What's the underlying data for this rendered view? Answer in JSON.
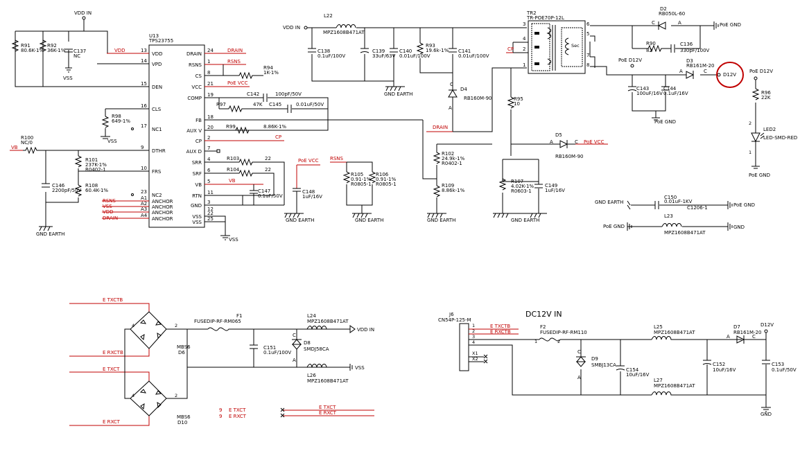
{
  "power_nets": {
    "vdd_in": "VDD IN",
    "vss": "VSS",
    "vdd": "VDD",
    "vb": "VB",
    "poe_vcc": "PoE VCC",
    "poe_d12v": "PoE D12V",
    "poe_gnd": "PoE GND",
    "gnd_earth": "GND EARTH",
    "d12v": "D12V",
    "gnd": "GND",
    "drain": "DRAIN",
    "rsns": "RSNS",
    "cp": "CP",
    "e_txctb": "E TXCTB",
    "e_rxctb": "E RXCTB",
    "e_txct": "E TXCT",
    "e_rxct": "E RXCT"
  },
  "u13": {
    "ref": "U13",
    "part": "TPS23755",
    "left_pins": [
      {
        "num": "13",
        "name": "VDD"
      },
      {
        "num": "14",
        "name": "VPD"
      },
      {
        "num": "15",
        "name": "DEN"
      },
      {
        "num": "16",
        "name": "CLS"
      },
      {
        "num": "17",
        "name": "NC1"
      },
      {
        "num": "9",
        "name": "DTHR"
      },
      {
        "num": "10",
        "name": "FRS"
      },
      {
        "num": "23",
        "name": "NC2"
      },
      {
        "num": "A1",
        "name": "ANCHOR"
      },
      {
        "num": "A2",
        "name": "ANCHOR"
      },
      {
        "num": "A3",
        "name": "ANCHOR"
      },
      {
        "num": "A4",
        "name": "ANCHOR"
      }
    ],
    "right_pins": [
      {
        "num": "24",
        "name": "DRAIN"
      },
      {
        "num": "1",
        "name": "RSNS"
      },
      {
        "num": "8",
        "name": "CS"
      },
      {
        "num": "21",
        "name": "VCC"
      },
      {
        "num": "19",
        "name": "COMP"
      },
      {
        "num": "18",
        "name": "FB"
      },
      {
        "num": "20",
        "name": "AUX V"
      },
      {
        "num": "2",
        "name": "CP"
      },
      {
        "num": "7",
        "name": "AUX D"
      },
      {
        "num": "4",
        "name": "SRR"
      },
      {
        "num": "6",
        "name": "SRF"
      },
      {
        "num": "5",
        "name": "VB"
      },
      {
        "num": "11",
        "name": "RTN"
      },
      {
        "num": "3",
        "name": "GND"
      },
      {
        "num": "12",
        "name": ""
      },
      {
        "num": "22",
        "name": "VSS"
      },
      {
        "num": "25",
        "name": "VSS"
      }
    ],
    "anchor_nets": [
      "RSNS",
      "VSS",
      "VDD",
      "DRAIN"
    ]
  },
  "components": {
    "r91": {
      "ref": "R91",
      "val": "80.6K-1%"
    },
    "r92": {
      "ref": "R92",
      "val": "36K-1%"
    },
    "c137": {
      "ref": "C137",
      "val": "NC"
    },
    "r98": {
      "ref": "R98",
      "val": "649-1%"
    },
    "r100": {
      "ref": "R100",
      "val": "NC/0"
    },
    "r101": {
      "ref": "R101",
      "val": "237K-1%",
      "pkg": "R0402-1"
    },
    "r108": {
      "ref": "R108",
      "val": "60.4K-1%"
    },
    "c146": {
      "ref": "C146",
      "val": "2200pF/50V"
    },
    "r94": {
      "ref": "R94",
      "val": "1K-1%"
    },
    "c142": {
      "ref": "C142",
      "val": "100pF/50V"
    },
    "r97": {
      "ref": "R97",
      "val": "47K"
    },
    "c145": {
      "ref": "C145",
      "val": "0.01uF/50V"
    },
    "r99": {
      "ref": "R99",
      "val": "8.86K-1%"
    },
    "r103": {
      "ref": "R103",
      "val": "22"
    },
    "r104": {
      "ref": "R104",
      "val": "22"
    },
    "c147": {
      "ref": "C147",
      "val": "0.1uF/50V"
    },
    "c148": {
      "ref": "C148",
      "val": "1uF/16V"
    },
    "r105": {
      "ref": "R105",
      "val": "0.91-1%",
      "pkg": "R0805-1"
    },
    "r106": {
      "ref": "R106",
      "val": "0.91-1%",
      "pkg": "R0805-1"
    },
    "l22": {
      "ref": "L22",
      "val": "MPZ1608B471AT"
    },
    "c138": {
      "ref": "C138",
      "val": "0.1uF/100V"
    },
    "c139": {
      "ref": "C139",
      "val": "33uF/63V"
    },
    "c140": {
      "ref": "C140",
      "val": "0.01uF/100V"
    },
    "r93": {
      "ref": "R93",
      "val": "19.6k-1%"
    },
    "c141": {
      "ref": "C141",
      "val": "0.01uF/100V"
    },
    "d4": {
      "ref": "D4",
      "val": "RB160M-90"
    },
    "r95": {
      "ref": "R95",
      "val": "10"
    },
    "d5": {
      "ref": "D5",
      "val": "RB160M-90"
    },
    "r102": {
      "ref": "R102",
      "val": "24.9k-1%",
      "pkg": "R0402-1"
    },
    "r109": {
      "ref": "R109",
      "val": "8.86k-1%"
    },
    "r107": {
      "ref": "R107",
      "val": "4.02K-1%",
      "pkg": "R0603-1"
    },
    "c149": {
      "ref": "C149",
      "val": "1uF/16V"
    },
    "tr2": {
      "ref": "TR2",
      "val": "TR-POE70P-12L",
      "sec": "Sec"
    },
    "d2": {
      "ref": "D2",
      "val": "RB050L-60"
    },
    "r90": {
      "ref": "R90",
      "val": "82"
    },
    "c136": {
      "ref": "C136",
      "val": "330pF/100V"
    },
    "d3": {
      "ref": "D3",
      "val": "RB161M-20"
    },
    "c143": {
      "ref": "C143",
      "val": "100uF/16V"
    },
    "c144": {
      "ref": "C144",
      "val": "0.1uF/16V"
    },
    "r96": {
      "ref": "R96",
      "val": "22K"
    },
    "led2": {
      "ref": "LED2",
      "val": "LED-SMD-RED"
    },
    "c150": {
      "ref": "C150",
      "val": "0.01uF-1KV",
      "pkg": "C1206-1"
    },
    "l23": {
      "ref": "L23",
      "val": "MPZ1608B471AT"
    },
    "d6": {
      "ref": "D6",
      "val": "MBS6"
    },
    "d10": {
      "ref": "D10",
      "val": "MBS6"
    },
    "f1": {
      "ref": "F1",
      "val": "FUSEDIP-RF-RM065"
    },
    "c151": {
      "ref": "C151",
      "val": "0.1uF/100V"
    },
    "d8": {
      "ref": "D8",
      "val": "SMDJ58CA"
    },
    "l24": {
      "ref": "L24",
      "val": "MPZ1608B471AT"
    },
    "l26": {
      "ref": "L26",
      "val": "MPZ1608B471AT"
    },
    "j6": {
      "ref": "J6",
      "val": "CN54P-125-M"
    },
    "f2": {
      "ref": "F2",
      "val": "FUSEDIP-RF-RM110"
    },
    "d9": {
      "ref": "D9",
      "val": "SMBJ13CA"
    },
    "c154": {
      "ref": "C154",
      "val": "10uF/16V"
    },
    "l25": {
      "ref": "L25",
      "val": "MPZ1608B471AT"
    },
    "l27": {
      "ref": "L27",
      "val": "MPZ1608B471AT"
    },
    "d7": {
      "ref": "D7",
      "val": "RB161M-20"
    },
    "c152": {
      "ref": "C152",
      "val": "10uF/16V"
    },
    "c153": {
      "ref": "C153",
      "val": "0.1uF/50V"
    }
  },
  "dc12v_title": "DC12V  IN",
  "j6_pins": [
    "1",
    "2",
    "3",
    "4"
  ],
  "j6_extra": [
    "X1",
    "X2"
  ],
  "misc": {
    "pin9a": "9",
    "pin9b": "9",
    "tr2_pins": [
      "3",
      "4",
      "2",
      "1",
      "6",
      "5",
      "7",
      "8"
    ],
    "pole_c": "C",
    "pole_a": "A",
    "pin_1": "1",
    "pin_2": "2",
    "pin_3": "3",
    "pin_4": "4"
  },
  "highlight_color": "#c00000"
}
